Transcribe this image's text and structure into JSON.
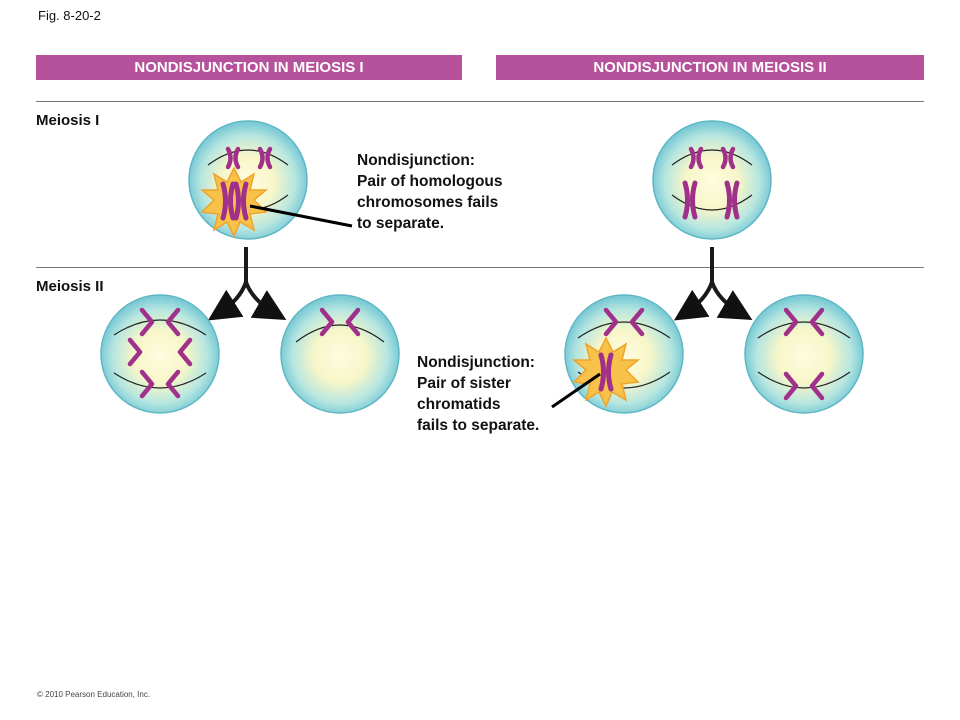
{
  "figure": {
    "label": "Fig. 8-20-2"
  },
  "panels": {
    "left_title": "NONDISJUNCTION IN MEIOSIS I",
    "right_title": "NONDISJUNCTION IN MEIOSIS II"
  },
  "rows": {
    "meiosis1_label": "Meiosis I",
    "meiosis2_label": "Meiosis II"
  },
  "annotations": {
    "note1": {
      "line1": "Nondisjunction:",
      "line2": "Pair of homologous",
      "line3": "chromosomes fails",
      "line4": "to separate."
    },
    "note2": {
      "line1": "Nondisjunction:",
      "line2": "Pair of sister",
      "line3": "chromatids",
      "line4": "fails to separate."
    }
  },
  "footer": {
    "copyright": "© 2010 Pearson Education, Inc."
  },
  "colors": {
    "banner": "#b5529b",
    "cell_outer": "#8fd3dc",
    "cell_inner": "#fffbd0",
    "chromosome": "#a1308b",
    "burst": "#f6b93b"
  }
}
